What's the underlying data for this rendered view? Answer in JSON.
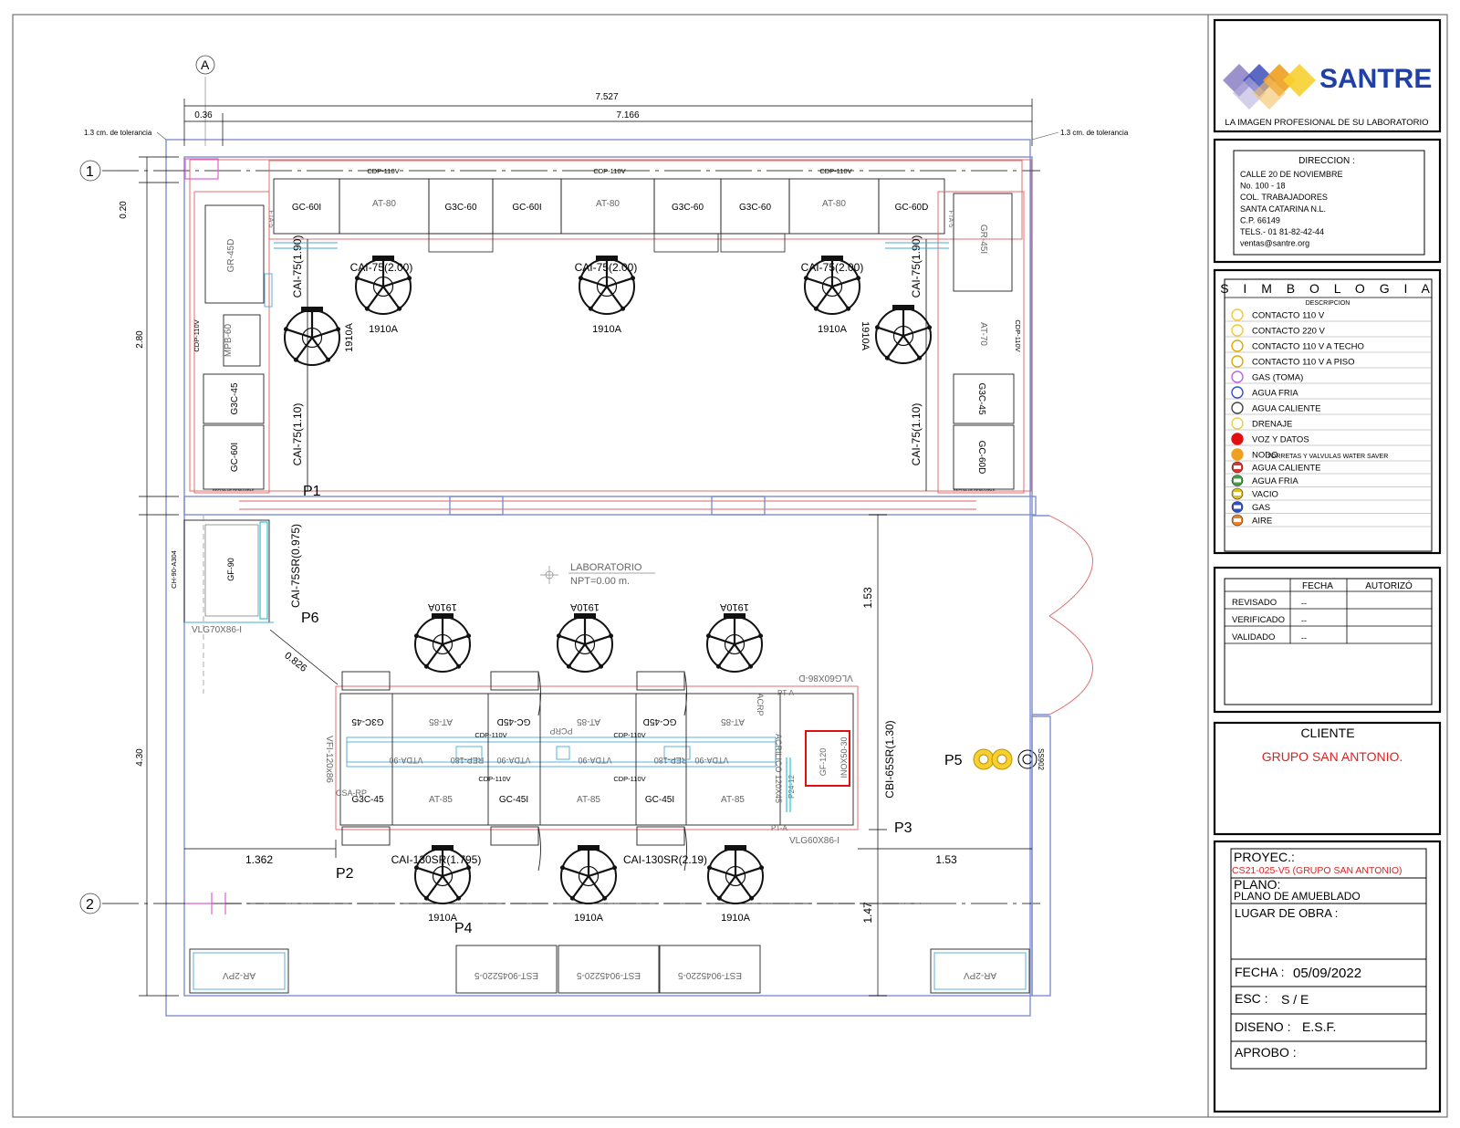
{
  "brand": {
    "name": "SANTRE",
    "tagline": "LA IMAGEN PROFESIONAL DE SU LABORATORIO",
    "colors": {
      "purple": "#8a7fc4",
      "blue": "#3d4fb8",
      "orange": "#f0a020",
      "yellow": "#f7d030",
      "name": "#2040a8"
    }
  },
  "address": {
    "title": "DIRECCION :",
    "lines": [
      "CALLE 20 DE NOVIEMBRE",
      "No. 100 - 18",
      "COL. TRABAJADORES",
      "SANTA CATARINA N.L.",
      "C.P. 66149",
      "TELS.- 01 81-82-42-44",
      "ventas@santre.org"
    ]
  },
  "legend": {
    "title": "S I M B O L O G I A",
    "subtitle": "DESCRIPCION",
    "items": [
      {
        "label": "CONTACTO 110 V",
        "icon": "outlet-110-icon",
        "color": "#f7c830"
      },
      {
        "label": "CONTACTO 220 V",
        "icon": "outlet-220-icon",
        "color": "#f7c830"
      },
      {
        "label": "CONTACTO 110 V A TECHO",
        "icon": "ceiling-outlet-icon",
        "color": "#e0a800"
      },
      {
        "label": "CONTACTO 110 V A PISO",
        "icon": "floor-outlet-icon",
        "color": "#e0a800"
      },
      {
        "label": "GAS (TOMA)",
        "icon": "gas-outlet-icon",
        "color": "#c060e0"
      },
      {
        "label": "AGUA  FRIA",
        "icon": "cold-water-icon",
        "color": "#3050d0"
      },
      {
        "label": "AGUA CALIENTE",
        "icon": "hot-water-icon",
        "color": "#444444"
      },
      {
        "label": "DRENAJE",
        "icon": "drain-icon",
        "color": "#e8d040"
      },
      {
        "label": "VOZ Y DATOS",
        "icon": "voice-data-icon",
        "color": "#e01010"
      },
      {
        "label": "NODO",
        "icon": "node-icon",
        "color": "#f0a020"
      }
    ],
    "section": "TORRETAS Y VALVULAS WATER SAVER",
    "valves": [
      {
        "label": "AGUA CALIENTE",
        "icon": "hot-water-valve-icon",
        "color": "#e03030"
      },
      {
        "label": "AGUA FRIA",
        "icon": "cold-water-valve-icon",
        "color": "#40a040"
      },
      {
        "label": "VACIO",
        "icon": "vacuum-valve-icon",
        "color": "#e0c020"
      },
      {
        "label": "GAS",
        "icon": "gas-valve-icon",
        "color": "#3050c0"
      },
      {
        "label": "AIRE",
        "icon": "air-valve-icon",
        "color": "#f08020"
      }
    ]
  },
  "approval": {
    "headers": [
      "FECHA",
      "AUTORIZÓ"
    ],
    "rows": [
      {
        "label": "REVISADO",
        "value": "--"
      },
      {
        "label": "VERIFICADO",
        "value": "--"
      },
      {
        "label": "VALIDADO",
        "value": "--"
      }
    ]
  },
  "client": {
    "label": "CLIENTE",
    "name": "GRUPO SAN ANTONIO."
  },
  "project": {
    "label": "PROYEC.:",
    "value": "CS21-025-V5 (GRUPO SAN ANTONIO)",
    "plan_label": "PLANO:",
    "plan_value": "PLANO DE AMUEBLADO",
    "site_label": "LUGAR DE OBRA :",
    "date_label": "FECHA :",
    "date_value": "05/09/2022",
    "scale_label": "ESC :",
    "scale_value": "S / E",
    "design_label": "DISENO :",
    "design_value": "E.S.F.",
    "approve_label": "APROBO :"
  },
  "plan": {
    "section_mark": "A",
    "axis_1": "1",
    "axis_2": "2",
    "tolerance_label": "1.3 cm. de tolerancia",
    "dims": {
      "overall": "7.527",
      "inner": "7.166",
      "left_offset": "0.36",
      "top_offset": "0.20",
      "upper_height": "2.80",
      "lower_height": "4.30",
      "p2_left": "1.362",
      "right_gap": "1.53",
      "door_height": "1.53",
      "bottom_gap": "1.47",
      "diag": "0.826"
    },
    "room": {
      "name": "LABORATORIO",
      "level": "NPT=0.00 m."
    },
    "top_cabinets": [
      "GC-60I",
      "AT-80",
      "G3C-60",
      "GC-60I",
      "AT-80",
      "G3C-60",
      "G3C-60",
      "AT-80",
      "GC-60D"
    ],
    "outlet_label": "CDP-110V",
    "upper_sinks": [
      "CAI-75(1.90)",
      "CAI-75(2.00)",
      "CAI-75(2.00)",
      "CAI-75(2.00)",
      "CAI-75(1.90)"
    ],
    "lower_sinks": [
      "CAI-75(1.10)",
      "CAI-75(1.10)"
    ],
    "chair_label": "1910A",
    "left_cabinets": [
      "GR-45D",
      "MPB-60",
      "G3C-45",
      "GC-60I"
    ],
    "right_cabinets": [
      "GR-45I",
      "AT-70",
      "G3C-45",
      "GC-60D"
    ],
    "cdp_vertical": "CDP-110V",
    "fta": "FTA-5",
    "remov": "REPISA DE REMOVIBLE",
    "p_labels": [
      "P1",
      "P2",
      "P3",
      "P4",
      "P5",
      "P6"
    ],
    "fume_hood": {
      "name": "GF-90",
      "cabinet": "CH-90-A304",
      "sink": "CAI-75SR(0.975)",
      "vent": "VLG70X86-I"
    },
    "island": {
      "top_row": [
        "G3C-45",
        "AT-85",
        "GC-45D",
        "AT-85",
        "GC-45D",
        "AT-85"
      ],
      "bottom_row": [
        "G3C-45",
        "AT-85",
        "GC-45I",
        "AT-85",
        "GC-45I",
        "AT-85"
      ],
      "shelves": [
        "VTDA-90",
        "REP-180",
        "VTDA-90",
        "VTDA-90",
        "REP-180",
        "VTDA-90"
      ],
      "pcrp": "PCRP",
      "acrp": "ACRP",
      "vfi": "VFI-120x86",
      "csa": "CSA-RP",
      "acrilico": "ACRILICO 120X45",
      "sink_right": "CBI-65SR(1.30)",
      "vent_top": "VLG60X86-D",
      "vent_bottom": "VLG60X86-I",
      "gf": "GF-120",
      "inox": "INOX50-30",
      "pt_a": "PT-A",
      "p24": "P24-12"
    },
    "bottom_sinks": [
      "CAI-130SR(1.795)",
      "CAI-130SR(2.19)"
    ],
    "bottom_shelves": [
      "EST-9045220-5",
      "EST-9045220-5",
      "EST-9045220-5"
    ],
    "air_units": [
      "AR-2PV",
      "AR-2PV"
    ],
    "ss_label": "SS902"
  }
}
